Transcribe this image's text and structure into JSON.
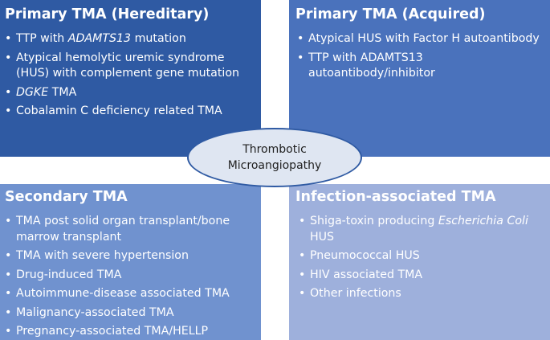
{
  "colors": {
    "hereditary": "#2f5aa3",
    "acquired": "#4a72bc",
    "secondary": "#7092cf",
    "infection": "#9eb0dc",
    "ellipse_fill": "#dfe6f2",
    "ellipse_border": "#2f5aa3"
  },
  "center": {
    "line1": "Thrombotic",
    "line2": "Microangiopathy"
  },
  "hereditary": {
    "title": "Primary TMA (Hereditary)",
    "items": [
      {
        "pre": "TTP with ",
        "ital": "ADAMTS13",
        "post": " mutation"
      },
      {
        "pre": "Atypical hemolytic uremic syndrome (HUS) with complement gene mutation",
        "ital": "",
        "post": ""
      },
      {
        "pre": "",
        "ital": "DGKE",
        "post": " TMA"
      },
      {
        "pre": "Cobalamin C deficiency related TMA",
        "ital": "",
        "post": ""
      }
    ]
  },
  "acquired": {
    "title": "Primary TMA (Acquired)",
    "items": [
      "Atypical HUS with Factor H autoantibody",
      "TTP with ADAMTS13 autoantibody/inhibitor"
    ]
  },
  "secondary": {
    "title": "Secondary TMA",
    "items": [
      "TMA post solid organ transplant/bone marrow transplant",
      "TMA with severe hypertension",
      "Drug-induced TMA",
      "Autoimmune-disease associated TMA",
      "Malignancy-associated TMA",
      "Pregnancy-associated TMA/HELLP"
    ]
  },
  "infection": {
    "title": "Infection-associated TMA",
    "items": [
      {
        "pre": "Shiga-toxin producing ",
        "ital": "Escherichia Coli",
        "post": " HUS"
      },
      {
        "pre": "Pneumococcal HUS",
        "ital": "",
        "post": ""
      },
      {
        "pre": "HIV associated TMA",
        "ital": "",
        "post": ""
      },
      {
        "pre": "Other infections",
        "ital": "",
        "post": ""
      }
    ]
  }
}
